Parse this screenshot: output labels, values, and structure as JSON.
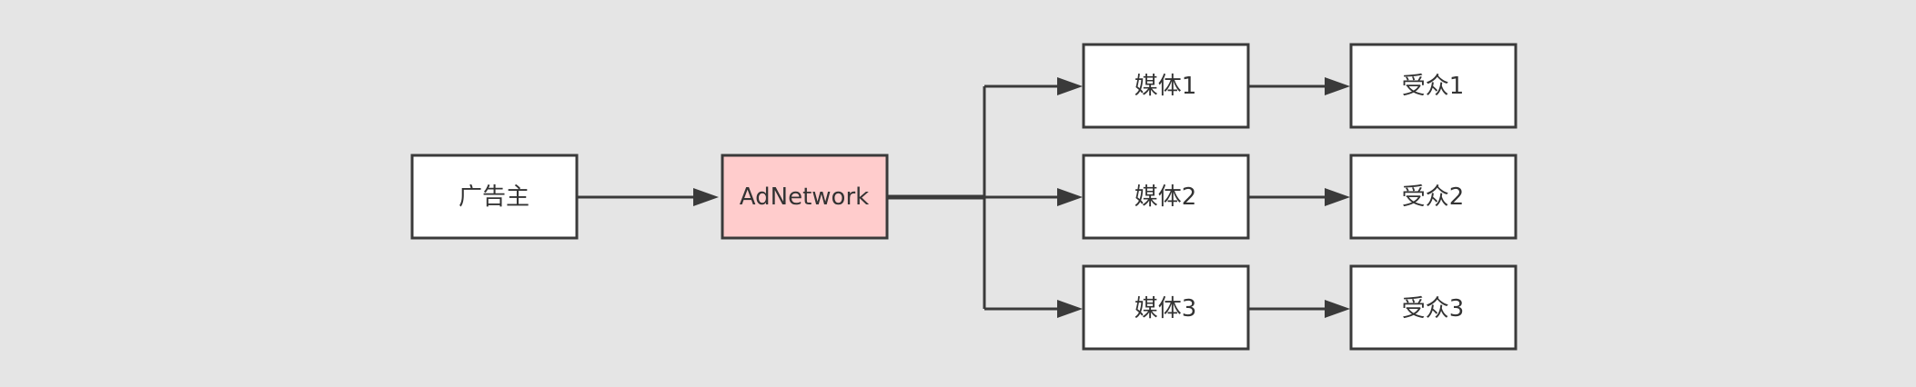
{
  "diagram": {
    "colors": {
      "background": "#e5e5e5",
      "node_fill": "#ffffff",
      "highlight_fill": "#ffcccc",
      "stroke": "#3a3a3a",
      "text": "#333333"
    },
    "nodes": {
      "advertiser": "广告主",
      "adnetwork": "AdNetwork",
      "media1": "媒体1",
      "media2": "媒体2",
      "media3": "媒体3",
      "audience1": "受众1",
      "audience2": "受众2",
      "audience3": "受众3"
    },
    "edges": [
      [
        "advertiser",
        "adnetwork"
      ],
      [
        "adnetwork",
        "media1"
      ],
      [
        "adnetwork",
        "media2"
      ],
      [
        "adnetwork",
        "media3"
      ],
      [
        "media1",
        "audience1"
      ],
      [
        "media2",
        "audience2"
      ],
      [
        "media3",
        "audience3"
      ]
    ]
  }
}
